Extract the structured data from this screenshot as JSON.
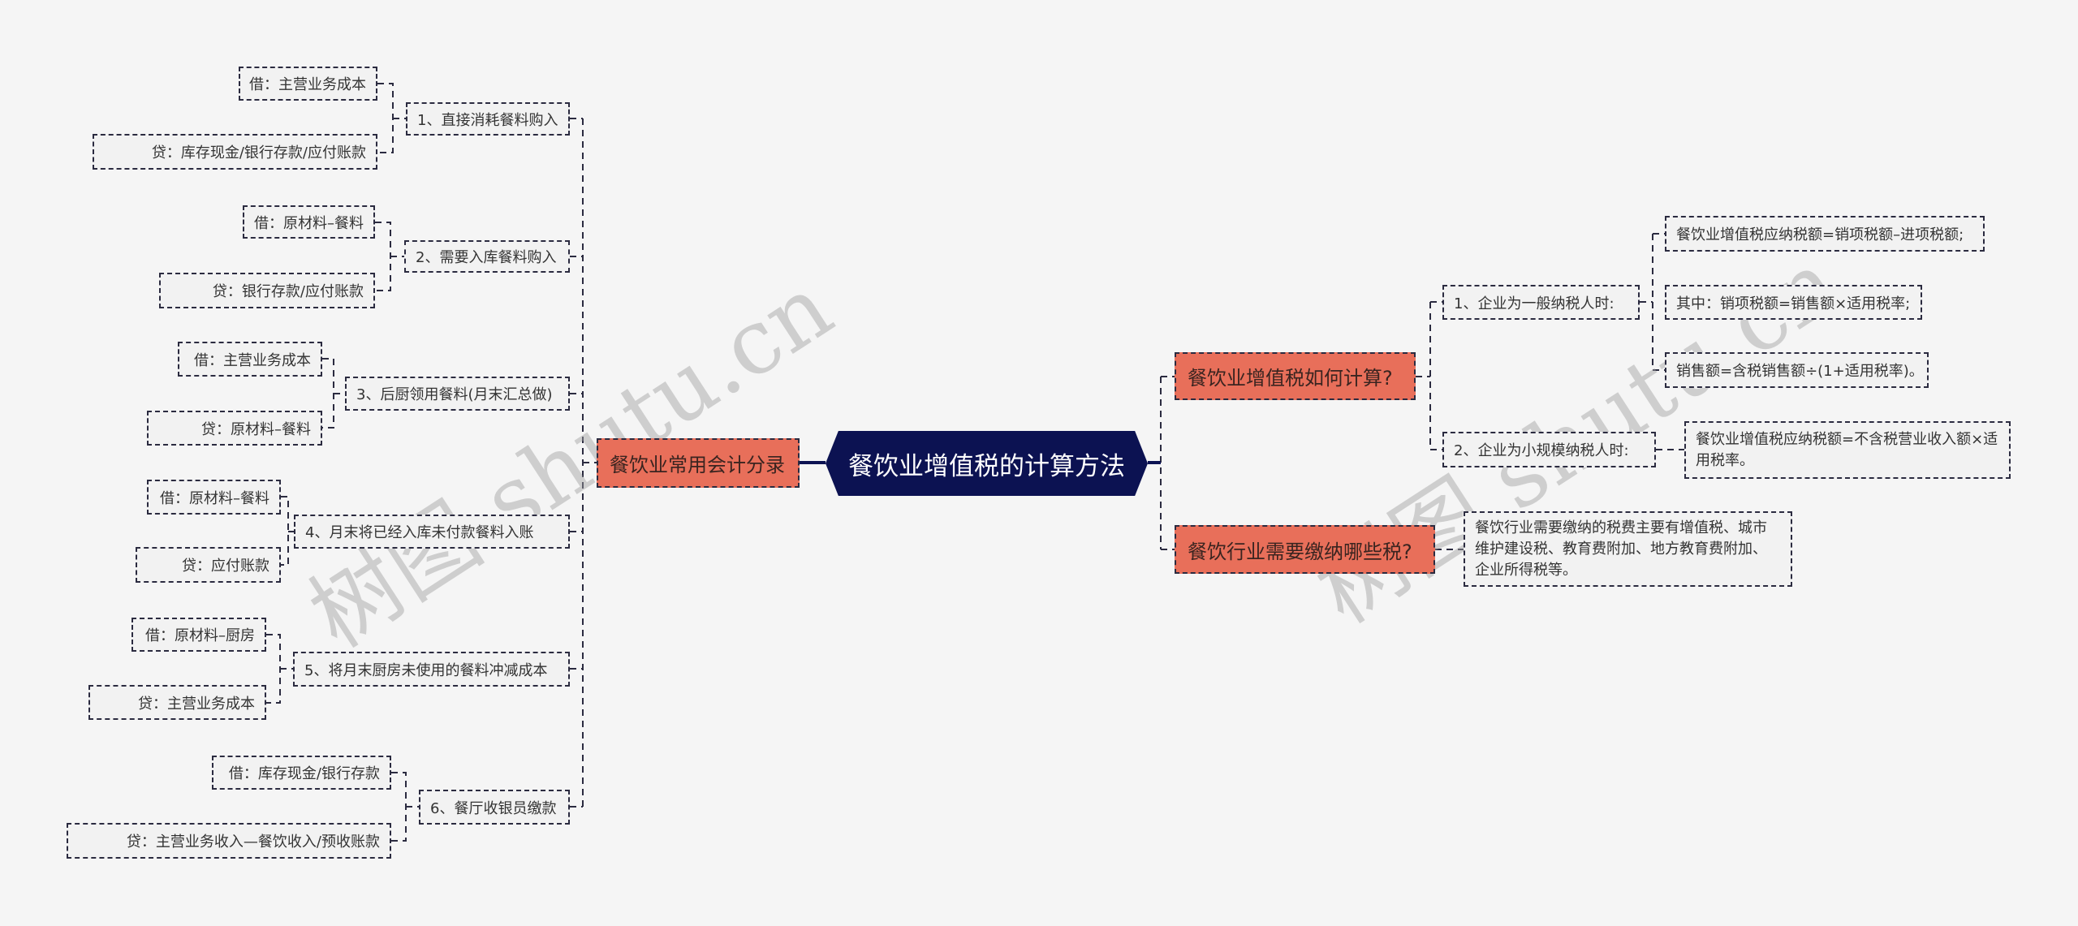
{
  "root": "餐饮业增值税的计算方法",
  "left": {
    "category": "餐饮业常用会计分录",
    "items": [
      {
        "label": "1、直接消耗餐料购入",
        "debit": "借：主营业务成本",
        "credit": "贷：库存现金/银行存款/应付账款"
      },
      {
        "label": "2、需要入库餐料购入",
        "debit": "借：原材料–餐料",
        "credit": "贷：银行存款/应付账款"
      },
      {
        "label": "3、后厨领用餐料(月末汇总做)",
        "debit": "借：主营业务成本",
        "credit": "贷：原材料–餐料"
      },
      {
        "label": "4、月末将已经入库未付款餐料入账",
        "debit": "借：原材料–餐料",
        "credit": "贷：应付账款"
      },
      {
        "label": "5、将月末厨房未使用的餐料冲减成本",
        "debit": "借：原材料–厨房",
        "credit": "贷：主营业务成本"
      },
      {
        "label": "6、餐厅收银员缴款",
        "debit": "借：库存现金/银行存款",
        "credit": "贷：主营业务收入—餐饮收入/预收账款"
      }
    ]
  },
  "right": {
    "calc": {
      "category": "餐饮业增值税如何计算?",
      "general": {
        "label": "1、企业为一般纳税人时:",
        "lines": [
          "餐饮业增值税应纳税额=销项税额–进项税额;",
          "其中：销项税额=销售额×适用税率;",
          "销售额=含税销售额÷(1+适用税率)。"
        ]
      },
      "small": {
        "label": "2、企业为小规模纳税人时:",
        "line": "餐饮业增值税应纳税额=不含税营业收入额×适用税率。"
      }
    },
    "taxes": {
      "category": "餐饮行业需要缴纳哪些税?",
      "text": "餐饮行业需要缴纳的税费主要有增值税、城市维护建设税、教育费附加、地方教育费附加、企业所得税等。"
    }
  },
  "watermark": "树图 shutu.cn",
  "colors": {
    "root": "#0c1252",
    "category": "#e86f5a",
    "background": "#f5f5f5"
  }
}
